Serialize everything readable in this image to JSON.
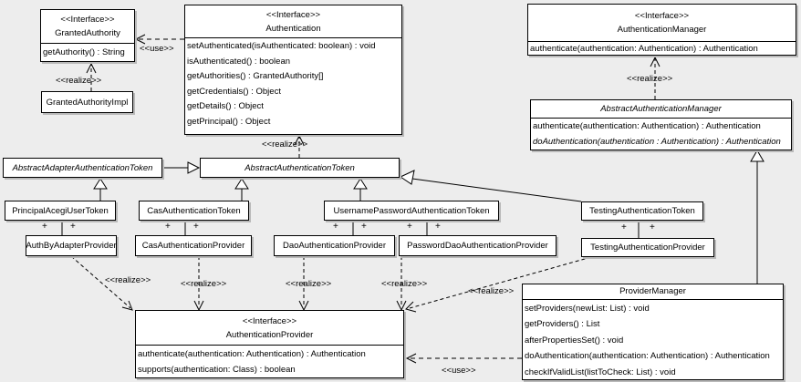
{
  "classes": {
    "granted_authority": {
      "stereotype": "<<Interface>>",
      "name": "GrantedAuthority",
      "methods": [
        "getAuthority() : String"
      ]
    },
    "authentication": {
      "stereotype": "<<Interface>>",
      "name": "Authentication",
      "methods": [
        "setAuthenticated(isAuthenticated: boolean) : void",
        "isAuthenticated() : boolean",
        "getAuthorities() : GrantedAuthority[]",
        "getCredentials() : Object",
        "getDetails() : Object",
        "getPrincipal() : Object"
      ]
    },
    "authentication_manager": {
      "stereotype": "<<Interface>>",
      "name": "AuthenticationManager",
      "methods": [
        "authenticate(authentication: Authentication) : Authentication"
      ]
    },
    "granted_authority_impl": {
      "name": "GrantedAuthorityImpl"
    },
    "abstract_authentication_manager": {
      "name": "AbstractAuthenticationManager",
      "methods": [
        "authenticate(authentication: Authentication) : Authentication",
        "doAuthentication(authentication : Authentication) : Authentication"
      ]
    },
    "abstract_adapter_authentication_token": {
      "name": "AbstractAdapterAuthenticationToken"
    },
    "abstract_authentication_token": {
      "name": "AbstractAuthenticationToken"
    },
    "principal_acegi_user_token": {
      "name": "PrincipalAcegiUserToken"
    },
    "cas_authentication_token": {
      "name": "CasAuthenticationToken"
    },
    "username_password_authentication_token": {
      "name": "UsernamePasswordAuthenticationToken"
    },
    "testing_authentication_token": {
      "name": "TestingAuthenticationToken"
    },
    "auth_by_adapter_provider": {
      "name": "AuthByAdapterProvider"
    },
    "cas_authentication_provider": {
      "name": "CasAuthenticationProvider"
    },
    "dao_authentication_provider": {
      "name": "DaoAuthenticationProvider"
    },
    "password_dao_authentication_provider": {
      "name": "PasswordDaoAuthenticationProvider"
    },
    "testing_authentication_provider": {
      "name": "TestingAuthenticationProvider"
    },
    "authentication_provider": {
      "stereotype": "<<Interface>>",
      "name": "AuthenticationProvider",
      "methods": [
        "authenticate(authentication: Authentication) : Authentication",
        "supports(authentication: Class) : boolean"
      ]
    },
    "provider_manager": {
      "name": "ProviderManager",
      "methods": [
        "setProviders(newList: List) : void",
        "getProviders() : List",
        "afterPropertiesSet() : void",
        "doAuthentication(authentication: Authentication) : Authentication",
        "checkIfValidList(listToCheck: List) : void"
      ]
    }
  },
  "edge_labels": {
    "use": "<<use>>",
    "realize": "<<realize>>",
    "plus": "+"
  },
  "colors": {
    "background": "#ededed",
    "box_fill": "#ffffff",
    "box_border": "#000000",
    "box_shadow": "#b9b9b9"
  }
}
